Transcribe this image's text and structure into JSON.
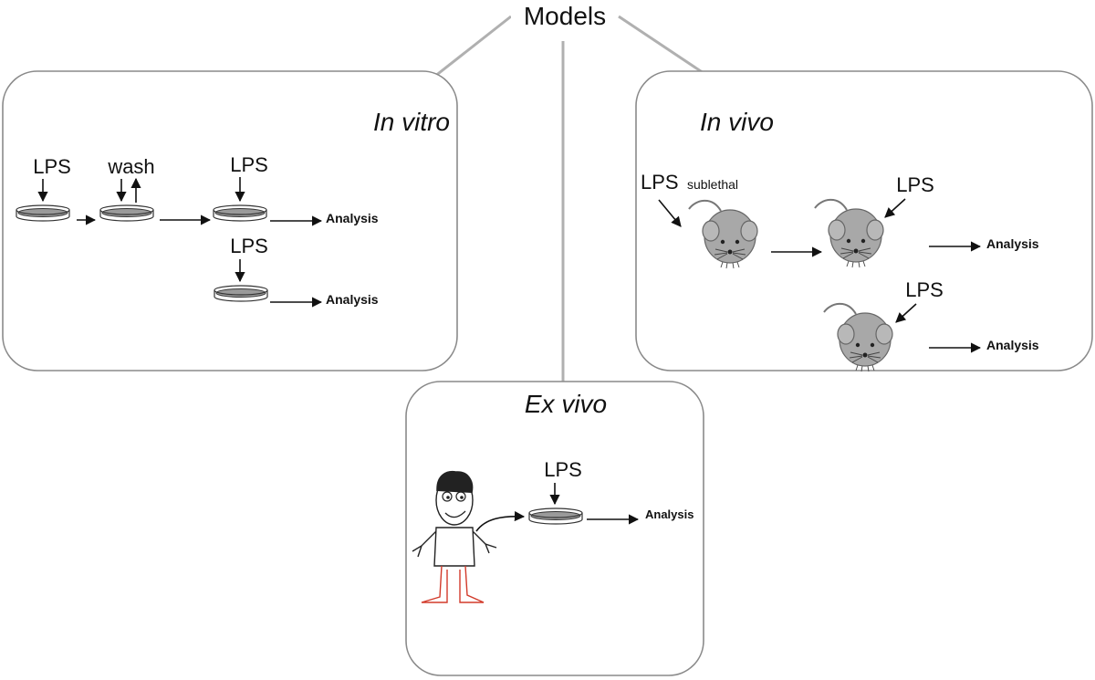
{
  "root": {
    "label": "Models"
  },
  "panels": {
    "in_vitro": {
      "title": "In vitro",
      "labels": {
        "lps_1": "LPS",
        "wash": "wash",
        "lps_2": "LPS",
        "lps_3": "LPS"
      },
      "analysis_1": "Analysis",
      "analysis_2": "Analysis"
    },
    "in_vivo": {
      "title": "In vivo",
      "lps_sublethal": "LPS",
      "sublethal": "sublethal",
      "lps_2": "LPS",
      "lps_3": "LPS",
      "analysis_1": "Analysis",
      "analysis_2": "Analysis"
    },
    "ex_vivo": {
      "title": "Ex vivo",
      "lps": "LPS",
      "analysis": "Analysis"
    }
  },
  "colors": {
    "connector": "#b0b0b0",
    "panel_border": "#8a8a8a",
    "dish_liquid": "#9a9a9a",
    "mouse": "#a8a8a8",
    "feet": "#d23a2a"
  },
  "icons": [
    "petri-dish-icon",
    "mouse-icon",
    "person-icon",
    "arrow-icon"
  ]
}
